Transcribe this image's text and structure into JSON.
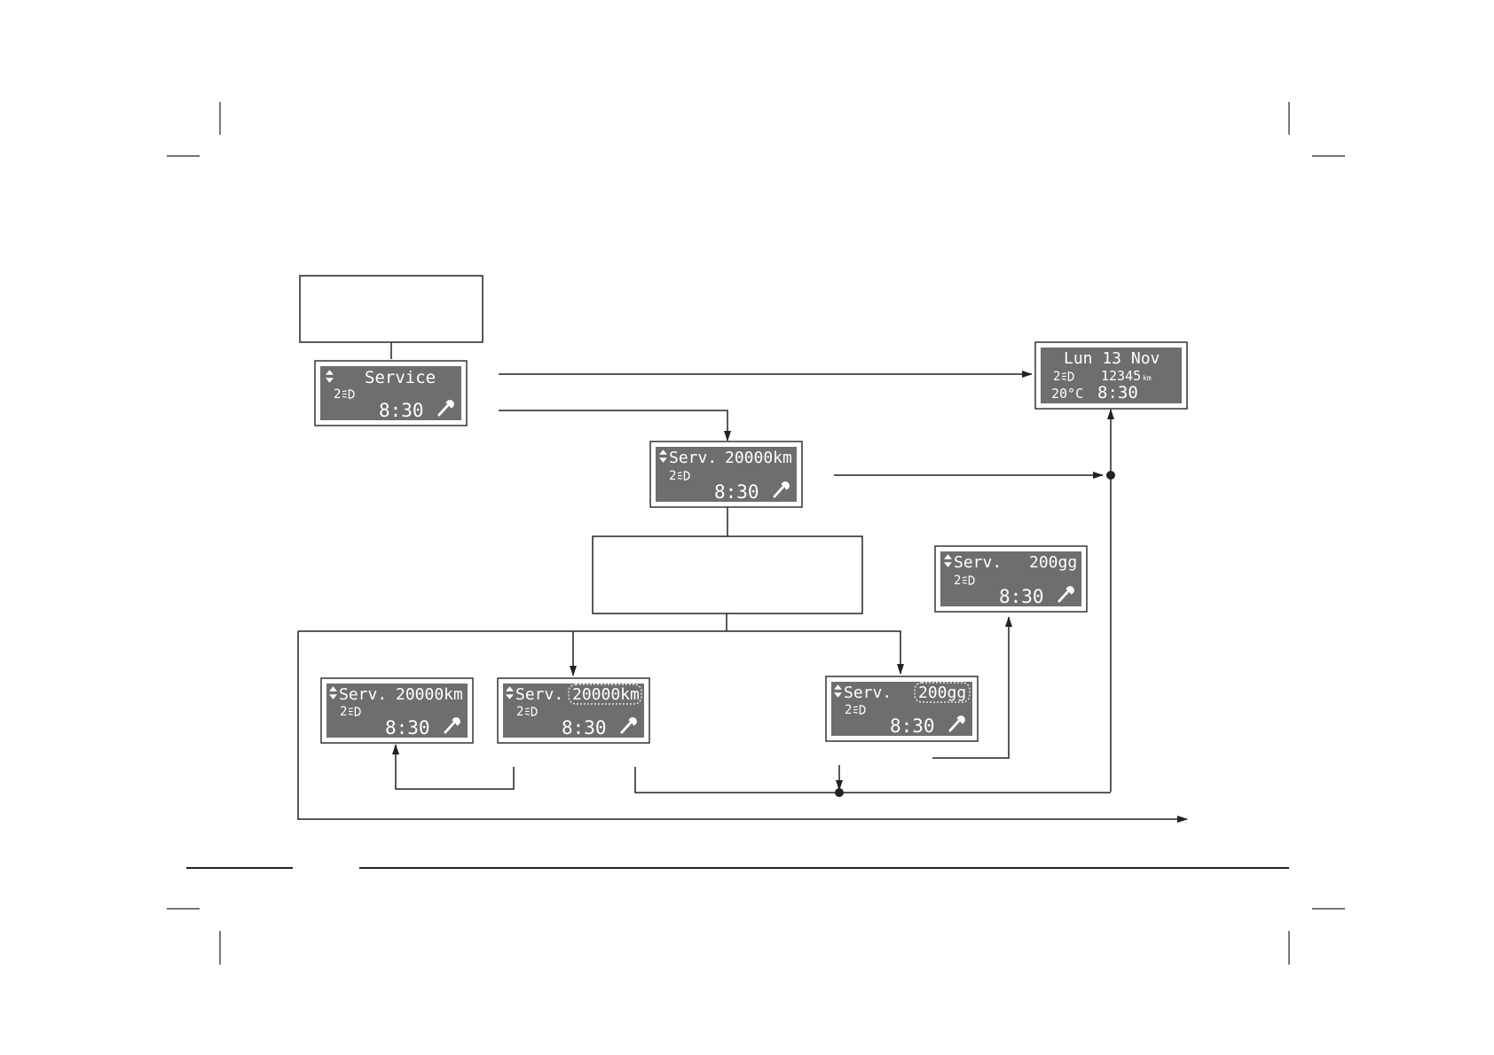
{
  "service_screen": {
    "title": "Service",
    "gear": "2",
    "time": "8:30"
  },
  "home_screen": {
    "date": "Lun 13 Nov",
    "gear": "2",
    "odometer": "12345",
    "odometer_unit": "km",
    "temperature": "20°C",
    "time": "8:30"
  },
  "serv_km_screen": {
    "label": "Serv.",
    "value": "20000km",
    "gear": "2",
    "time": "8:30"
  },
  "serv_days_result_screen": {
    "label": "Serv.",
    "value": "200gg",
    "gear": "2",
    "time": "8:30"
  },
  "serv_km_bottom_screen": {
    "label": "Serv.",
    "value": "20000km",
    "gear": "2",
    "time": "8:30"
  },
  "serv_km_edit_screen": {
    "label": "Serv.",
    "value": "20000km",
    "gear": "2",
    "time": "8:30"
  },
  "serv_days_edit_screen": {
    "label": "Serv.",
    "value": "200gg",
    "gear": "2",
    "time": "8:30"
  },
  "colors": {
    "lcd_background": "#6e6e6e",
    "lcd_text": "#ffffff",
    "line": "#222222"
  },
  "icons": {
    "arrows": "up-down-arrows-icon",
    "lights": "headlight-icon",
    "service": "wrench-icon"
  }
}
